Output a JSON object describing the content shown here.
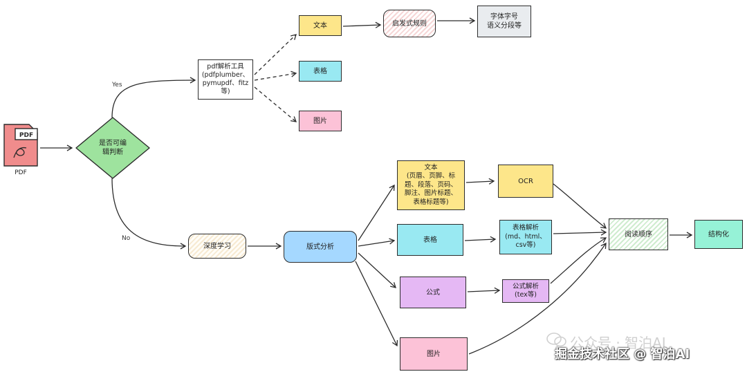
{
  "pdf_icon": {
    "badge": "PDF",
    "caption": "PDF"
  },
  "decision": {
    "label": "是否可编\n辑判断",
    "color": "#9ee39e"
  },
  "edge_labels": {
    "yes": "Yes",
    "no": "No"
  },
  "upper": {
    "parser": "pdf解析工具\n(pdfplumber、\npymupdf、fitz\n等)",
    "text": "文本",
    "table": "表格",
    "image": "图片",
    "heuristic": "启发式规则",
    "font_info": "字体字号\n语义分段等"
  },
  "lower": {
    "deep_learning": "深度学习",
    "layout_analysis": "版式分析",
    "text": "文本\n(页眉、页脚、标\n题、段落、页码、\n脚注、图片标题、\n表格标题等)",
    "table": "表格",
    "formula": "公式",
    "image": "图片",
    "ocr": "OCR",
    "table_parse": "表格解析\n(md、html、\ncsv等)",
    "formula_parse": "公式解析\n(tex等)",
    "reading_order": "阅读顺序",
    "structuring": "结构化"
  },
  "colors": {
    "text_yellow": "#fde68a",
    "table_cyan": "#99e9f2",
    "image_pink": "#fcc2d7",
    "formula_purple": "#e5b8f4",
    "layout_blue": "#a5d8ff",
    "struct_teal": "#96f2d7",
    "pdf_red": "#f08c8c",
    "grey": "#e9ecef"
  },
  "watermark": {
    "text": "公众号 · 智泊AI",
    "site": "掘金技术社区 @ 智泊AI"
  }
}
